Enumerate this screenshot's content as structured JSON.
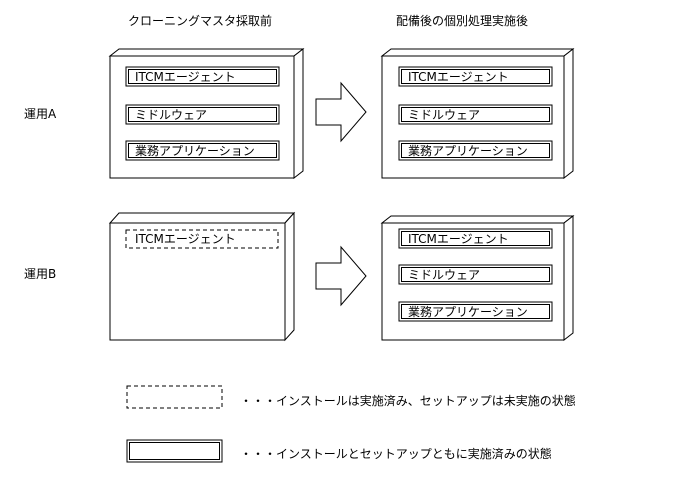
{
  "headers": {
    "before": "クローニングマスタ採取前",
    "after": "配備後の個別処理実施後"
  },
  "rows": {
    "a": "運用A",
    "b": "運用B"
  },
  "components": {
    "agent": "ITCMエージェント",
    "middleware": "ミドルウェア",
    "business_app": "業務アプリケーション"
  },
  "legend": {
    "dashed_text": "・・・インストールは実施済み、セットアップは未実施の状態",
    "solid_text": "・・・インストールとセットアップともに実施済みの状態"
  }
}
